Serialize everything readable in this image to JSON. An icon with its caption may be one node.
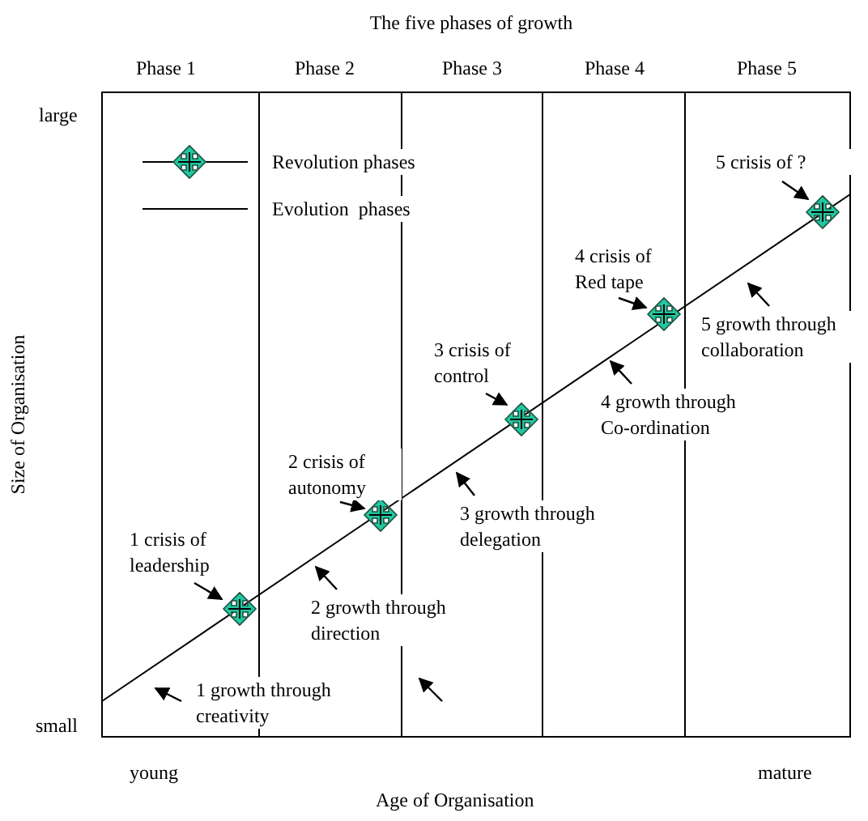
{
  "diagram": {
    "title": "The five phases of growth",
    "nodes": [
      {
        "text": [
          "5 crisis of ?"
        ]
      },
      {
        "text": [],
        "shape": "cross"
      },
      {
        "text": [
          "4 crisis of Red tape"
        ]
      },
      {
        "text": [],
        "shape": "cross"
      },
      {
        "text": [
          "5 growth through collaboration"
        ]
      },
      {
        "text": [
          "3 crisis of control"
        ]
      },
      {
        "text": [],
        "shape": "cross"
      },
      {
        "text": [
          "4 growth through Co-ordination"
        ]
      },
      {
        "text": [
          "2 crisis of autonomy"
        ]
      },
      {
        "text": [],
        "shape": "cross"
      },
      {
        "text": [
          "3 growth through delegation"
        ]
      },
      {
        "text": [
          "1 crisis of leadership"
        ]
      },
      {
        "text": [],
        "shape": "cross"
      },
      {
        "text": [
          "2 growth through direction"
        ]
      },
      {
        "text": [
          "1 growth through creativity"
        ]
      }
    ],
    "edges": [
      {
        "from": 0,
        "to": 1,
        "arrow": "to"
      },
      {
        "from": 2,
        "to": 3,
        "arrow": "to"
      },
      {
        "from": 4,
        "to": null,
        "arrow": "to"
      },
      {
        "from": 5,
        "to": 6,
        "arrow": "to"
      },
      {
        "from": 7,
        "to": null,
        "arrow": "to"
      },
      {
        "from": 8,
        "to": 9,
        "arrow": "to"
      },
      {
        "from": 10,
        "to": null,
        "arrow": "to"
      },
      {
        "from": 11,
        "to": 12,
        "arrow": "to"
      },
      {
        "from": 13,
        "to": null,
        "arrow": "to"
      },
      {
        "from": 14,
        "to": null,
        "arrow": "to"
      }
    ],
    "labels": [
      "Phase 1",
      "Phase 2",
      "Phase 3",
      "Phase 4",
      "Phase 5",
      "large",
      "Size of Organisation",
      "small",
      "young",
      "mature",
      "Age of Organisation"
    ],
    "legend": [
      {
        "text": "Revolution phases"
      },
      {
        "text": "Evolution  phases"
      }
    ]
  }
}
